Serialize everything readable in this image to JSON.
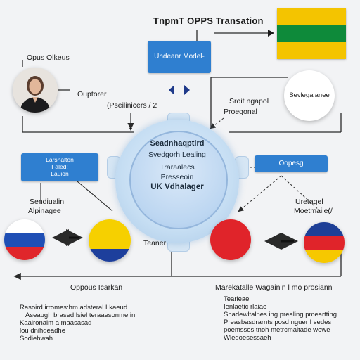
{
  "header": {
    "title": "TnpmT OPPS Transation"
  },
  "top_button": {
    "label": "Uhdeanr Model-"
  },
  "person": {
    "name_label": "Opus Olkeus"
  },
  "labels": {
    "output": "Ouptorer",
    "pseilinicers": "(Pseilinicers / 2",
    "sroit": "Sroit    ngapol",
    "proegonal": "Proegonal",
    "sevlegalanee": "Sevlegalanee",
    "left_box_line1": "Larshalton",
    "left_box_line2": "Faled!",
    "left_box_line3": "Lauion",
    "sendiualin": "Sendiualin",
    "alpnagee": "Alpinagee",
    "teaner": "Teaner",
    "opposg": "Oopesg",
    "uretagel": "Uretagel",
    "moetmai": "Moetmaiie(/",
    "oppous_icarkan": "Oppous Icarkan",
    "mareatalle": "Marekatalle Wagainin l mo prosiann"
  },
  "hub": {
    "line1": "Seadnhaqptird",
    "line2": "Svedgorh Lealing",
    "line3": "Traraalecs",
    "line4": "Presseoin",
    "line5": "UK Vdhalager"
  },
  "notes": {
    "left": [
      "Rasoird irromes:hm adsteral Lkaeud",
      "Aseaugh brased lsiel teraaesonme in",
      "Kaaironaim a maasasad",
      "lou dnihdeadhe",
      "Sodiehwah"
    ],
    "right": [
      "Tearleae",
      "Ienlaetic rlaiae",
      "Shadewltalnes ing prealing pmeartting",
      "Preasbasdrarnts posd nguer I sedes",
      "poemsses tnoh metrcmaitade wowe",
      "Wledoesessaeh"
    ]
  },
  "flags": {
    "top_right": [
      "#f4c400",
      "#0e8a3a",
      "#f4c400"
    ],
    "russia_like": [
      "#ffffff",
      "#1f4fb5",
      "#e0262b"
    ],
    "colombia_like": [
      "#f6d000",
      "#1d3f9c"
    ],
    "red": "#e0242a",
    "right_flag": [
      "#1e3f96",
      "#e0242a",
      "#f6c800"
    ]
  },
  "colors": {
    "accent_blue": "#2f7fd0",
    "navy": "#1f3a8a",
    "line": "#2a2a2a"
  }
}
